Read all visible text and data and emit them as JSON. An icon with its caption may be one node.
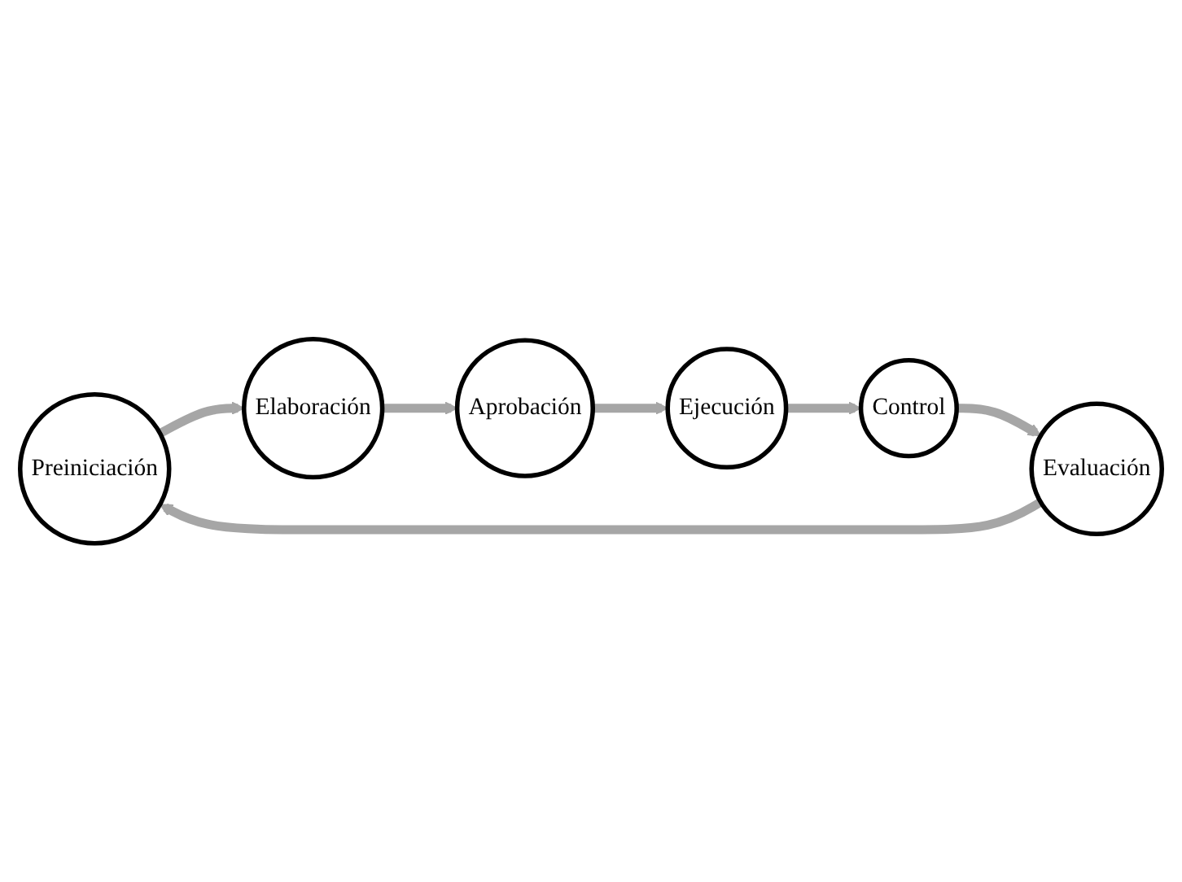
{
  "diagram": {
    "nodes": [
      {
        "text": [
          "Preiniciación"
        ]
      },
      {
        "text": [
          "Elaboración"
        ]
      },
      {
        "text": [
          "Aprobación"
        ]
      },
      {
        "text": [
          "Ejecución"
        ]
      },
      {
        "text": [
          "Control"
        ]
      },
      {
        "text": [
          "Evaluación"
        ]
      }
    ],
    "edges": [
      {
        "from": 0,
        "to": 1,
        "arrow": "to"
      },
      {
        "from": 1,
        "to": 2,
        "arrow": "to"
      },
      {
        "from": 2,
        "to": 3,
        "arrow": "to"
      },
      {
        "from": 3,
        "to": 4,
        "arrow": "to"
      },
      {
        "from": 4,
        "to": 5,
        "arrow": "to"
      },
      {
        "from": 5,
        "to": 0,
        "arrow": "to"
      }
    ]
  }
}
